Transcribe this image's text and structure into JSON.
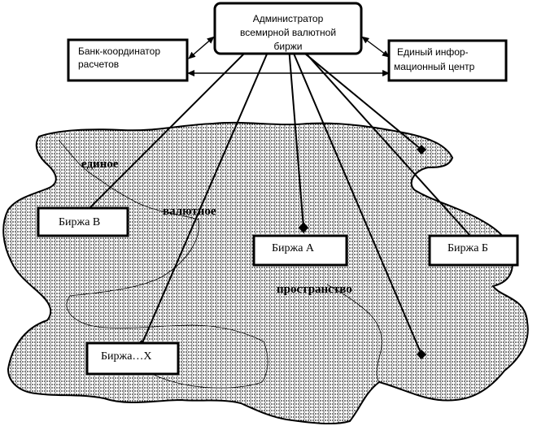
{
  "administrator": {
    "lines": [
      "Администратор",
      "всемирной валютной",
      "биржи"
    ]
  },
  "bank": {
    "lines": [
      "Банк-координатор",
      "расчетов"
    ]
  },
  "info_center": {
    "lines": [
      "Единый инфор-",
      "мационный центр"
    ]
  },
  "exchanges": {
    "b": "Биржа В",
    "a": "Биржа А",
    "bb": "Биржа Б",
    "x": "Биржа…Х"
  },
  "region_words": {
    "w1": "единое",
    "w2": "валютное",
    "w3": "пространство"
  }
}
